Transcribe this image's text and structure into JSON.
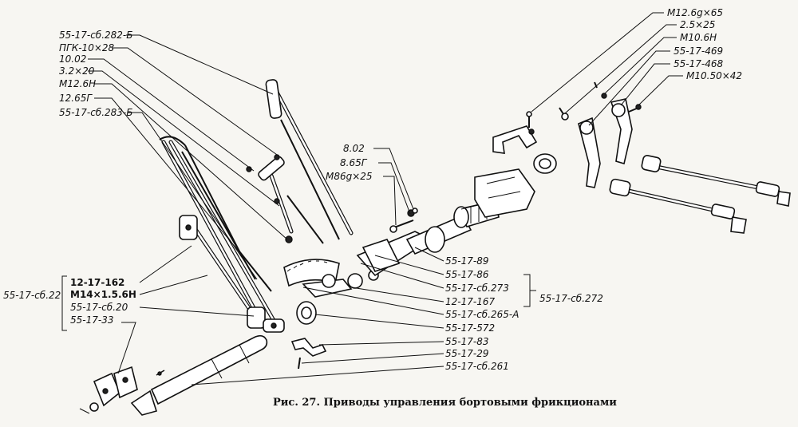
{
  "caption": "Рис. 27. Приводы управления бортовыми фрикционами",
  "labels_top_left": [
    "55-17-сб.282-Б",
    "ПГК-10×28",
    "10.02",
    "3.2×20",
    "М12.6Н",
    "12.65Г",
    "55-17-сб.283-Б"
  ],
  "labels_mid": [
    "8.02",
    "8.65Г",
    "М86g×25"
  ],
  "labels_top_right": [
    "М12.6g×65",
    "2.5×25",
    "М10.6Н",
    "55-17-469",
    "55-17-468",
    "М10.50×42"
  ],
  "group_left": {
    "name": "55-17-сб.22",
    "items": [
      "12-17-162",
      "М14×1.5.6Н",
      "55-17-сб.20",
      "55-17-33"
    ]
  },
  "labels_right_col": [
    "55-17-89",
    "55-17-86",
    "55-17-сб.273",
    "12-17-167",
    "55-17-сб.265-А",
    "55-17-572",
    "55-17-83",
    "55-17-29",
    "55-17-сб.261"
  ],
  "group_right": {
    "name": "55-17-сб.272"
  }
}
